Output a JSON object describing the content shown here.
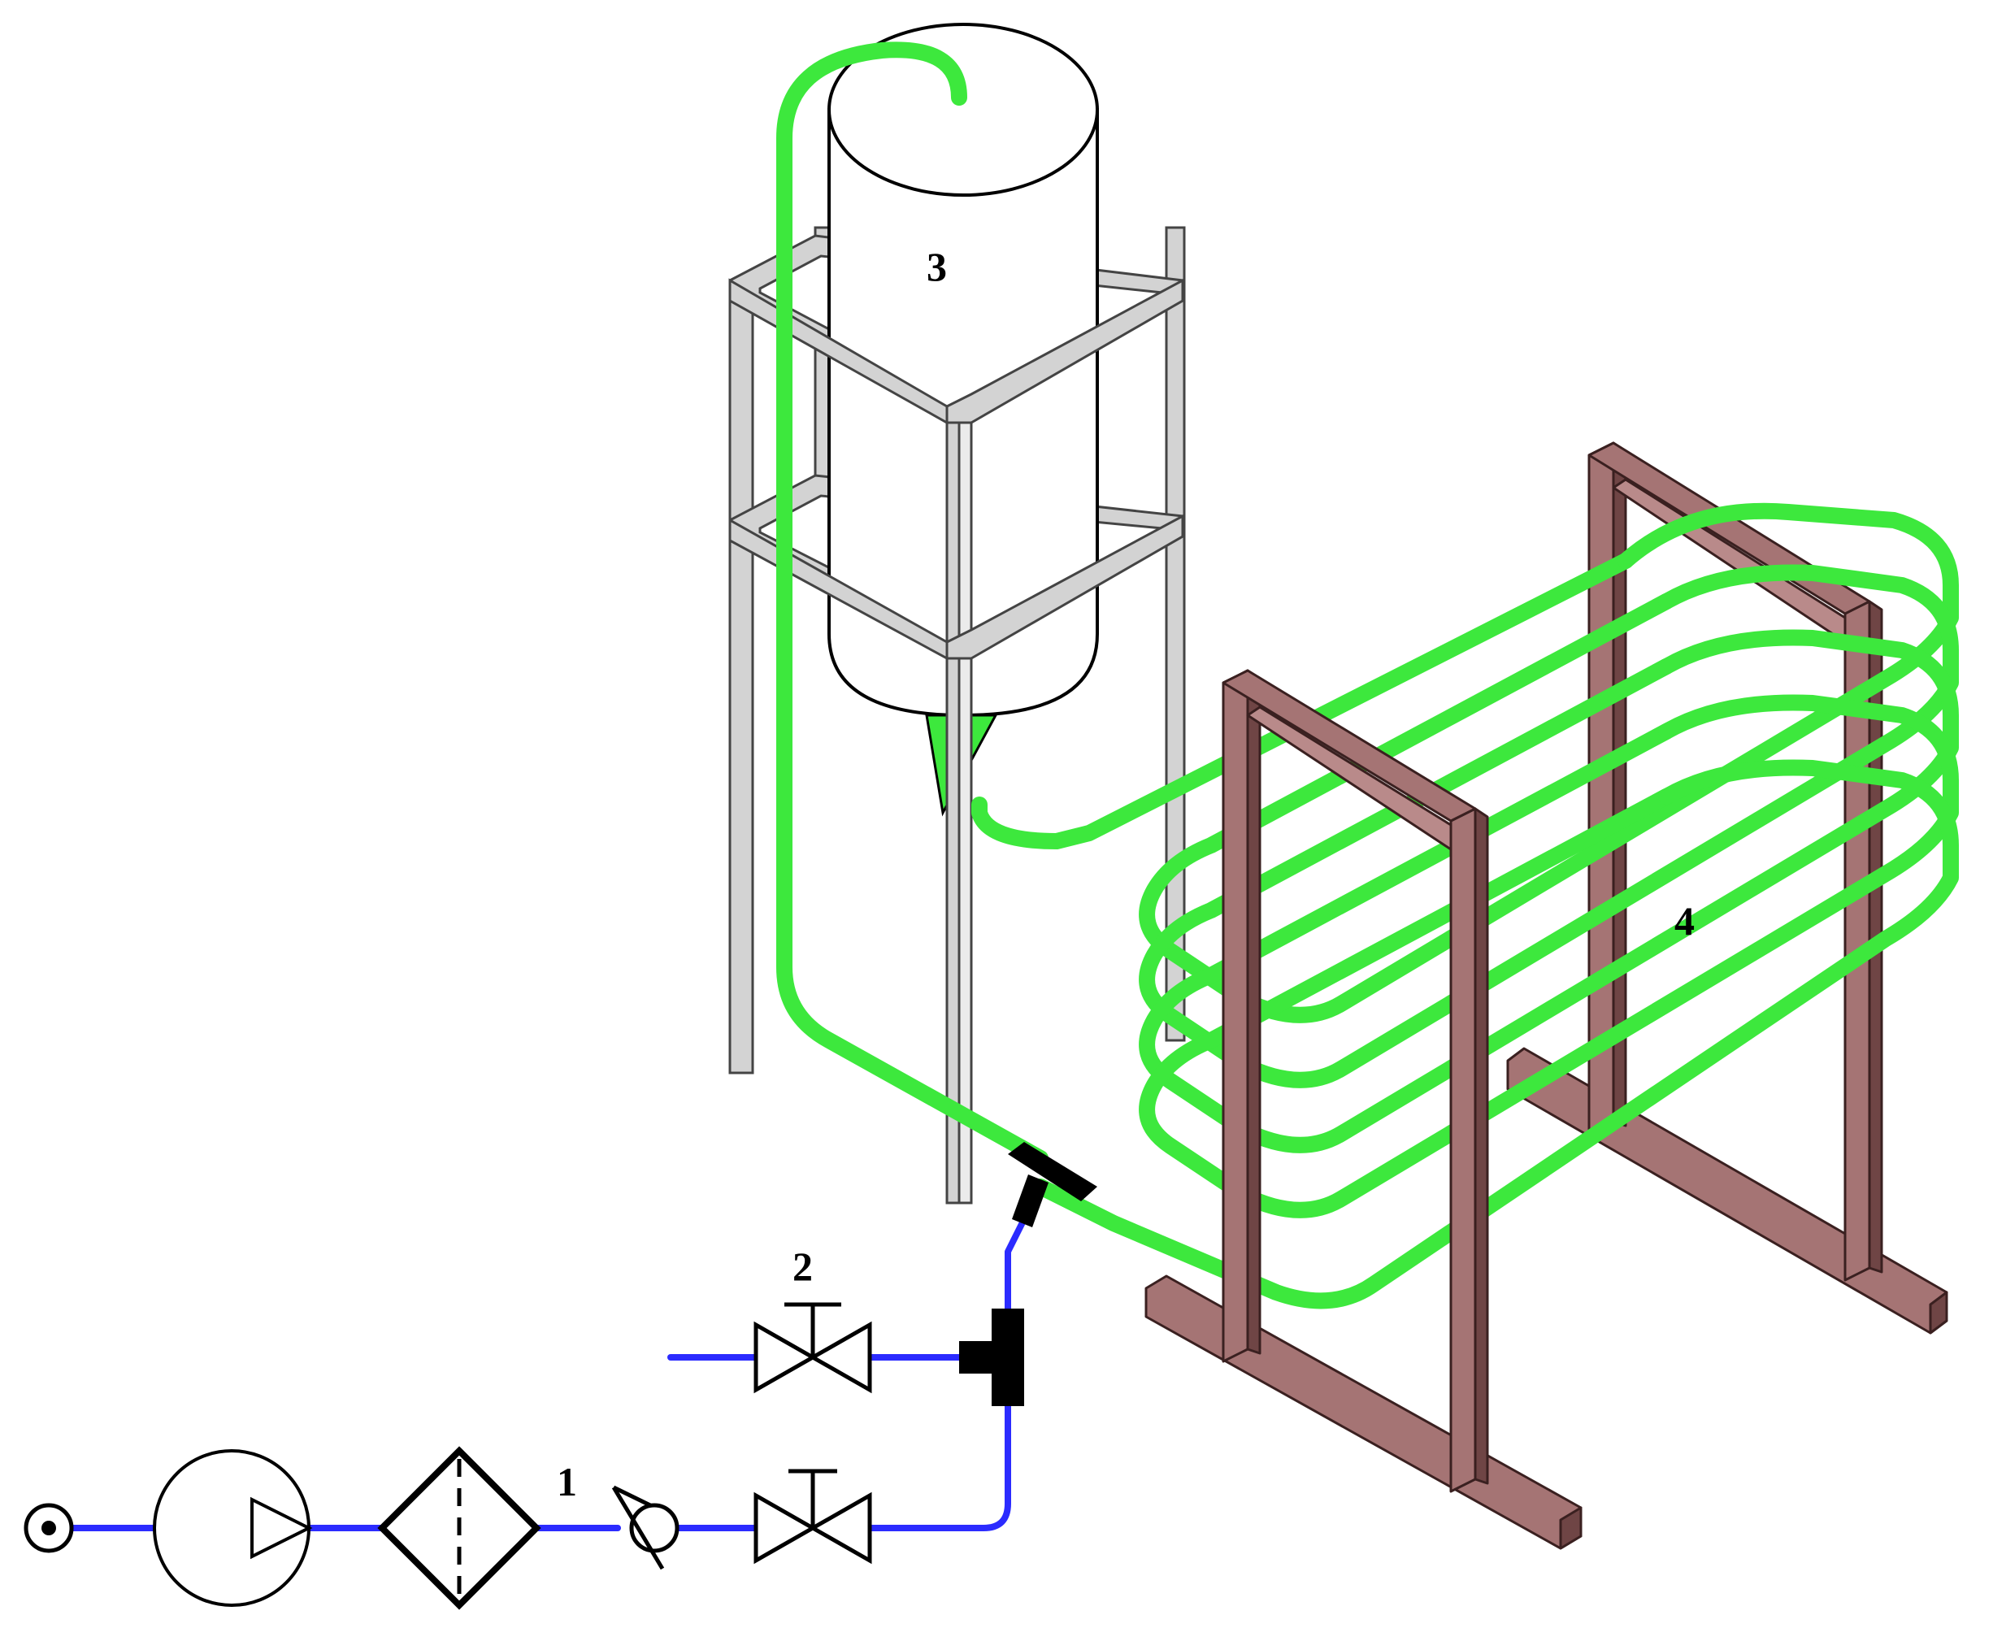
{
  "labels": {
    "filter_section": "1",
    "valve_branch": "2",
    "tank": "3",
    "coil": "4"
  },
  "colors": {
    "supply_line": "#2b2bff",
    "tubing": "#3de83d",
    "tubing_core": "#66f566",
    "frame_wood": "#a57474",
    "frame_wood_dark": "#6f4545",
    "stand_metal": "#d3d3d3",
    "stand_outline": "#444444",
    "fittings": "#000000"
  },
  "icons": [
    "source-port-icon",
    "pump-icon",
    "filter-icon",
    "check-valve-icon",
    "gate-valve-icon",
    "tee-fitting-icon"
  ]
}
